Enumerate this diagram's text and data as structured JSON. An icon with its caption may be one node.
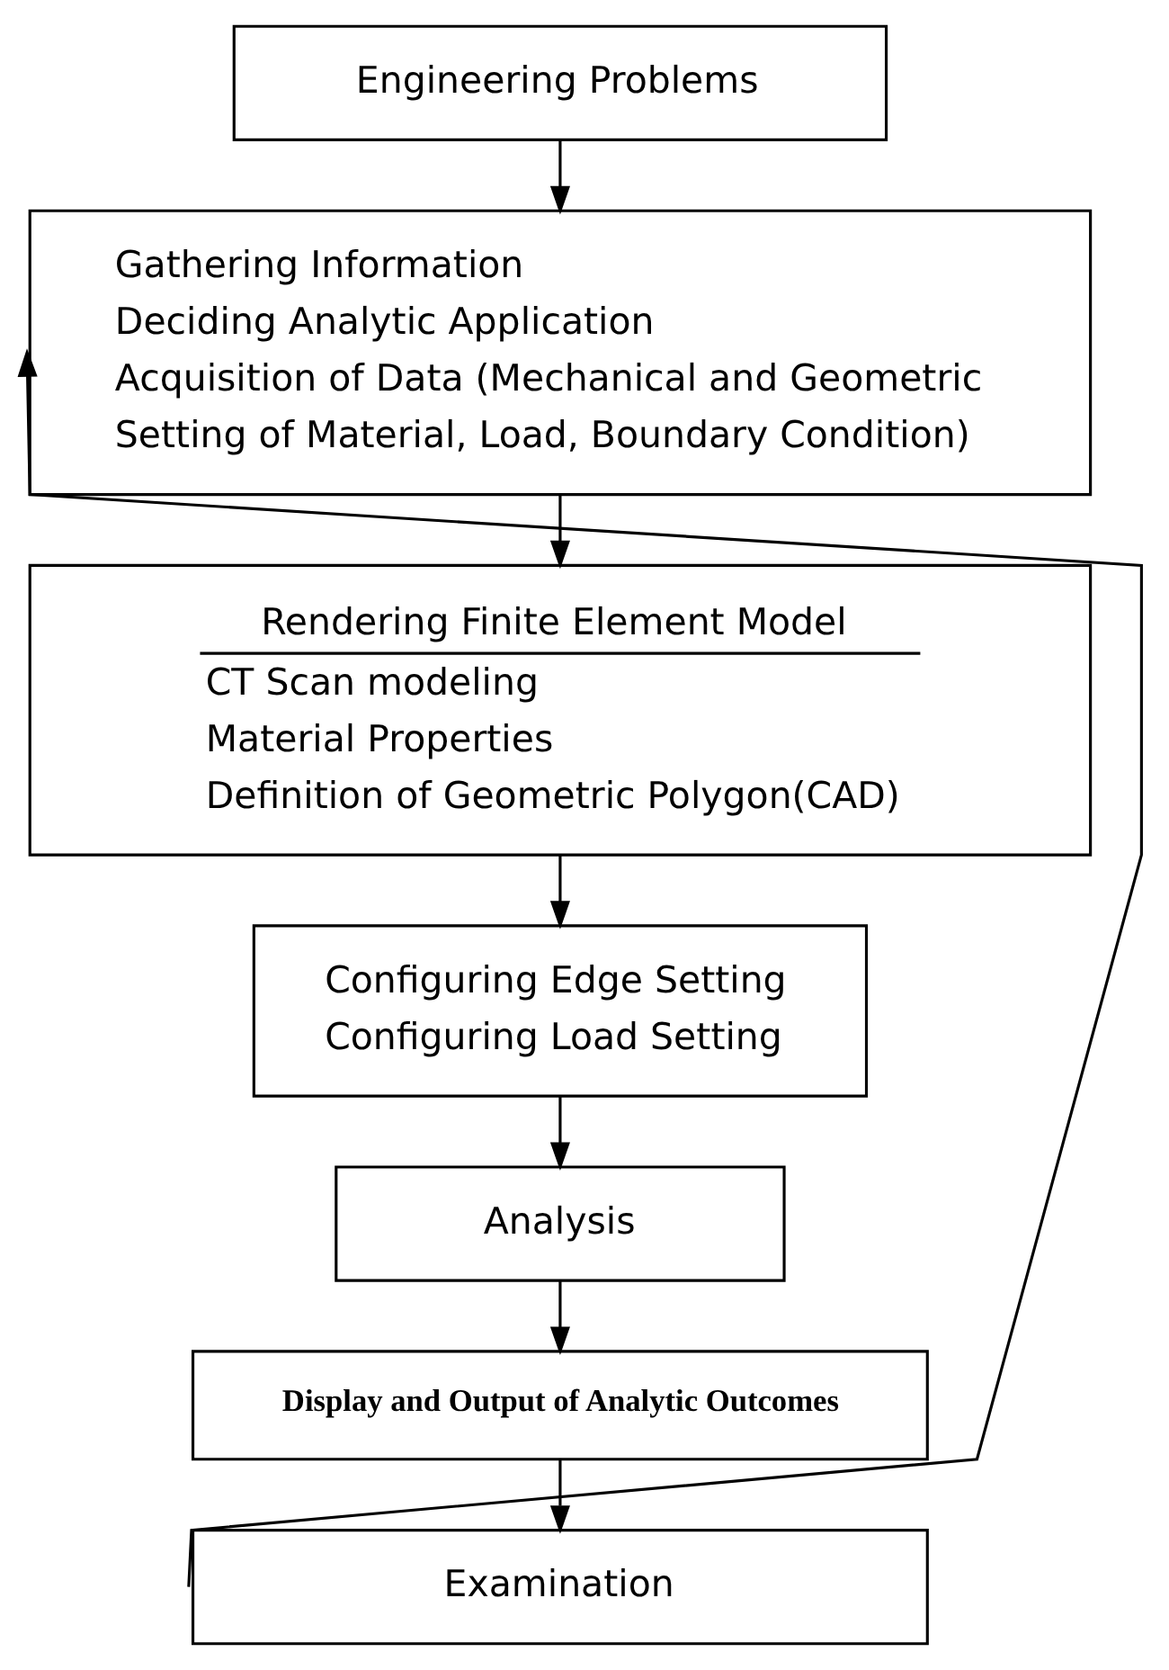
{
  "diagram": {
    "nodes": [
      {
        "text": [
          "Engineering Problems"
        ]
      },
      {
        "text": [
          "Gathering Information",
          "Deciding Analytic Application",
          "Acquisition of Data (Mechanical and Geometric",
          "Setting of Material, Load, Boundary Condition)"
        ]
      },
      {
        "text": [
          "Rendering Finite Element Model",
          "CT Scan modeling",
          "Material Properties",
          "Definition of Geometric Polygon(CAD)"
        ]
      },
      {
        "text": [
          "Configuring Edge Setting",
          "Configuring Load Setting"
        ]
      },
      {
        "text": [
          "Analysis"
        ]
      },
      {
        "text": [
          "Display and Output of Analytic Outcomes"
        ]
      },
      {
        "text": [
          "Examination"
        ]
      }
    ],
    "edges": [
      {
        "from": 0,
        "to": 1,
        "arrow": "to"
      },
      {
        "from": 1,
        "to": 2,
        "arrow": "to"
      },
      {
        "from": 2,
        "to": 3,
        "arrow": "to"
      },
      {
        "from": 3,
        "to": 4,
        "arrow": "to"
      },
      {
        "from": 4,
        "to": 5,
        "arrow": "to"
      },
      {
        "from": 5,
        "to": 6,
        "arrow": "to"
      },
      {
        "from": 6,
        "to": 1,
        "arrow": "to"
      }
    ]
  }
}
